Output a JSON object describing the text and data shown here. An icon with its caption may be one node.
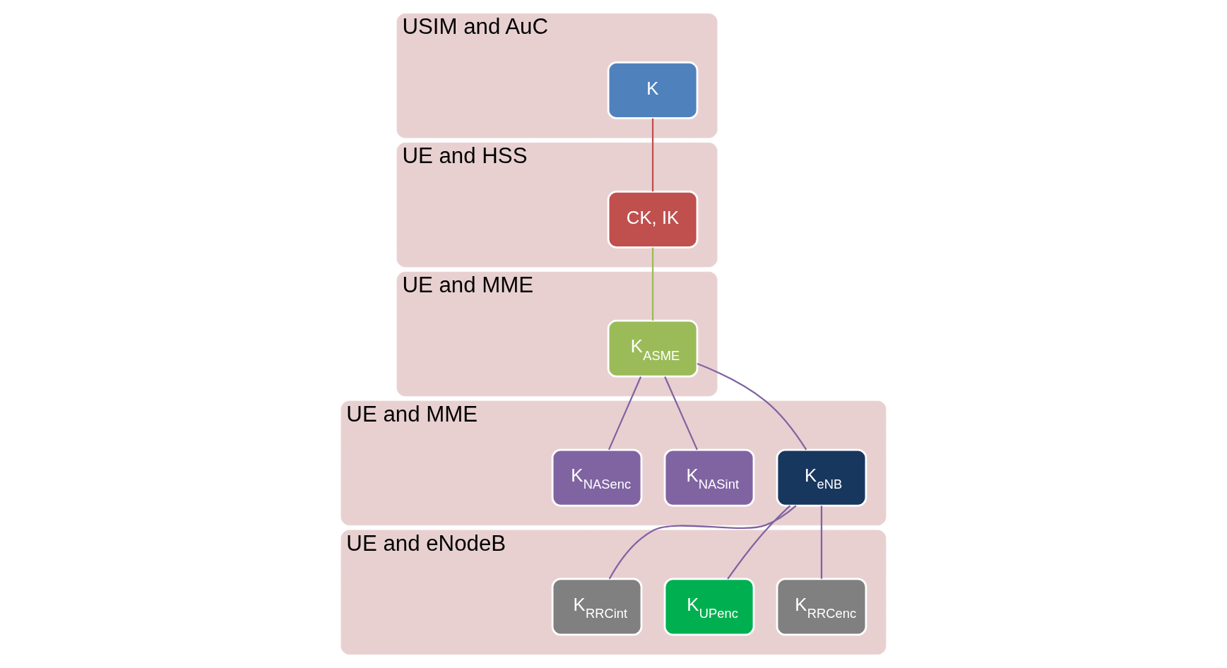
{
  "diagram": {
    "nodes": [
      {
        "text": [
          "USIM and AuC"
        ]
      },
      {
        "text": [
          "K"
        ],
        "in": 0
      },
      {
        "text": [
          "UE and HSS"
        ]
      },
      {
        "text": [
          "CK, IK"
        ],
        "in": 2
      },
      {
        "text": [
          "UE and MME"
        ]
      },
      {
        "text": [
          "K$_{ASME}$"
        ],
        "in": 4
      },
      {
        "text": [
          "UE and MME"
        ]
      },
      {
        "text": [
          "K$_{NASint}$"
        ],
        "in": 6
      },
      {
        "text": [
          "K$_{NASenc}$"
        ],
        "in": 6
      },
      {
        "text": [
          "K$_{eNB}$"
        ],
        "in": 6
      },
      {
        "text": [
          "UE and eNodeB"
        ]
      },
      {
        "text": [
          "K$_{UPenc}$"
        ],
        "in": 10
      },
      {
        "text": [
          "K$_{RRCint}$"
        ],
        "in": 10
      },
      {
        "text": [
          "K$_{RRCenc}$"
        ],
        "in": 10
      }
    ],
    "edges": [
      {
        "from": 1,
        "to": 3,
        "arrow": "none",
        "color": "#c0504d"
      },
      {
        "from": 3,
        "to": 5,
        "arrow": "none",
        "color": "#9bbb59"
      },
      {
        "from": 5,
        "to": 7,
        "arrow": "none"
      },
      {
        "from": 5,
        "to": 8,
        "arrow": "none"
      },
      {
        "from": 5,
        "to": 9,
        "arrow": "none"
      },
      {
        "from": 9,
        "to": 11,
        "arrow": "none"
      },
      {
        "from": 9,
        "to": 12,
        "arrow": "none"
      },
      {
        "from": 9,
        "to": 13,
        "arrow": "none"
      }
    ]
  }
}
